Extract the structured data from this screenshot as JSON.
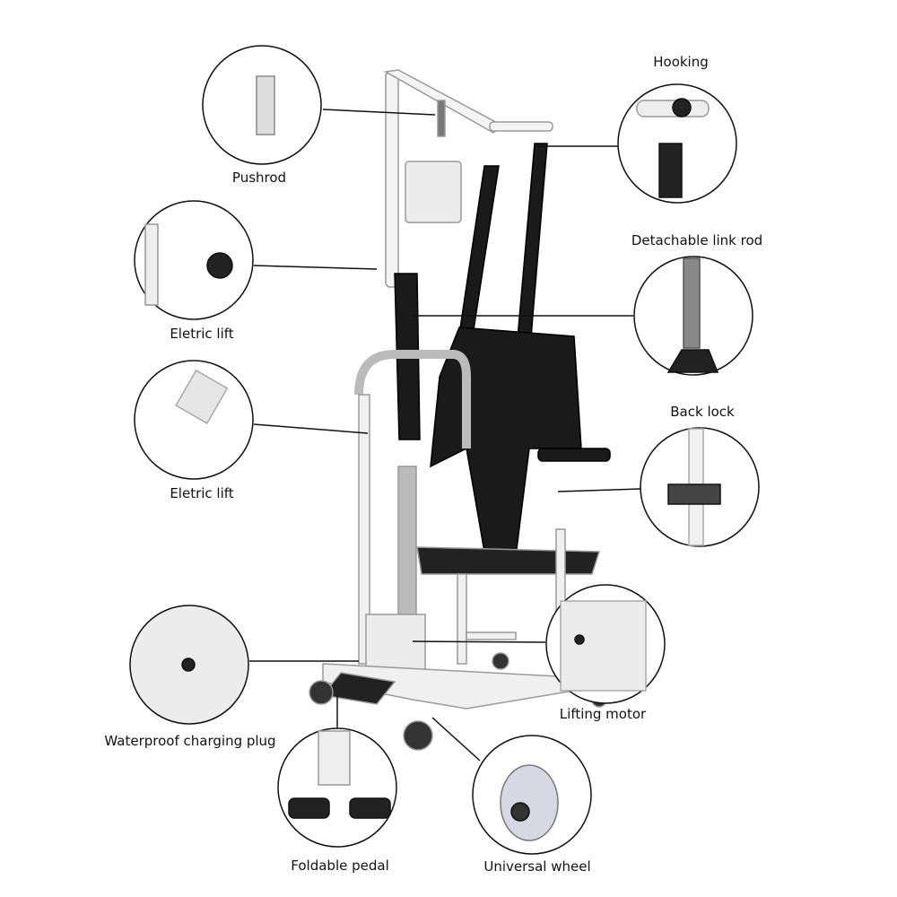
{
  "callouts": [
    {
      "id": "pushrod",
      "label": "Pushrod"
    },
    {
      "id": "eletric-lift-1",
      "label": "Eletric lift"
    },
    {
      "id": "eletric-lift-2",
      "label": "Eletric lift"
    },
    {
      "id": "charging-plug",
      "label": "Waterproof charging plug"
    },
    {
      "id": "foldable-pedal",
      "label": "Foldable pedal"
    },
    {
      "id": "universal-wheel",
      "label": "Universal wheel"
    },
    {
      "id": "lifting-motor",
      "label": "Lifting motor"
    },
    {
      "id": "back-lock",
      "label": "Back lock"
    },
    {
      "id": "link-rod",
      "label": "Detachable link rod"
    },
    {
      "id": "hooking",
      "label": "Hooking"
    }
  ],
  "colors": {
    "frame": "#f2f2f2",
    "frame_outline": "#9a9a9a",
    "sling": "#1a1a1a",
    "line": "#111111"
  }
}
